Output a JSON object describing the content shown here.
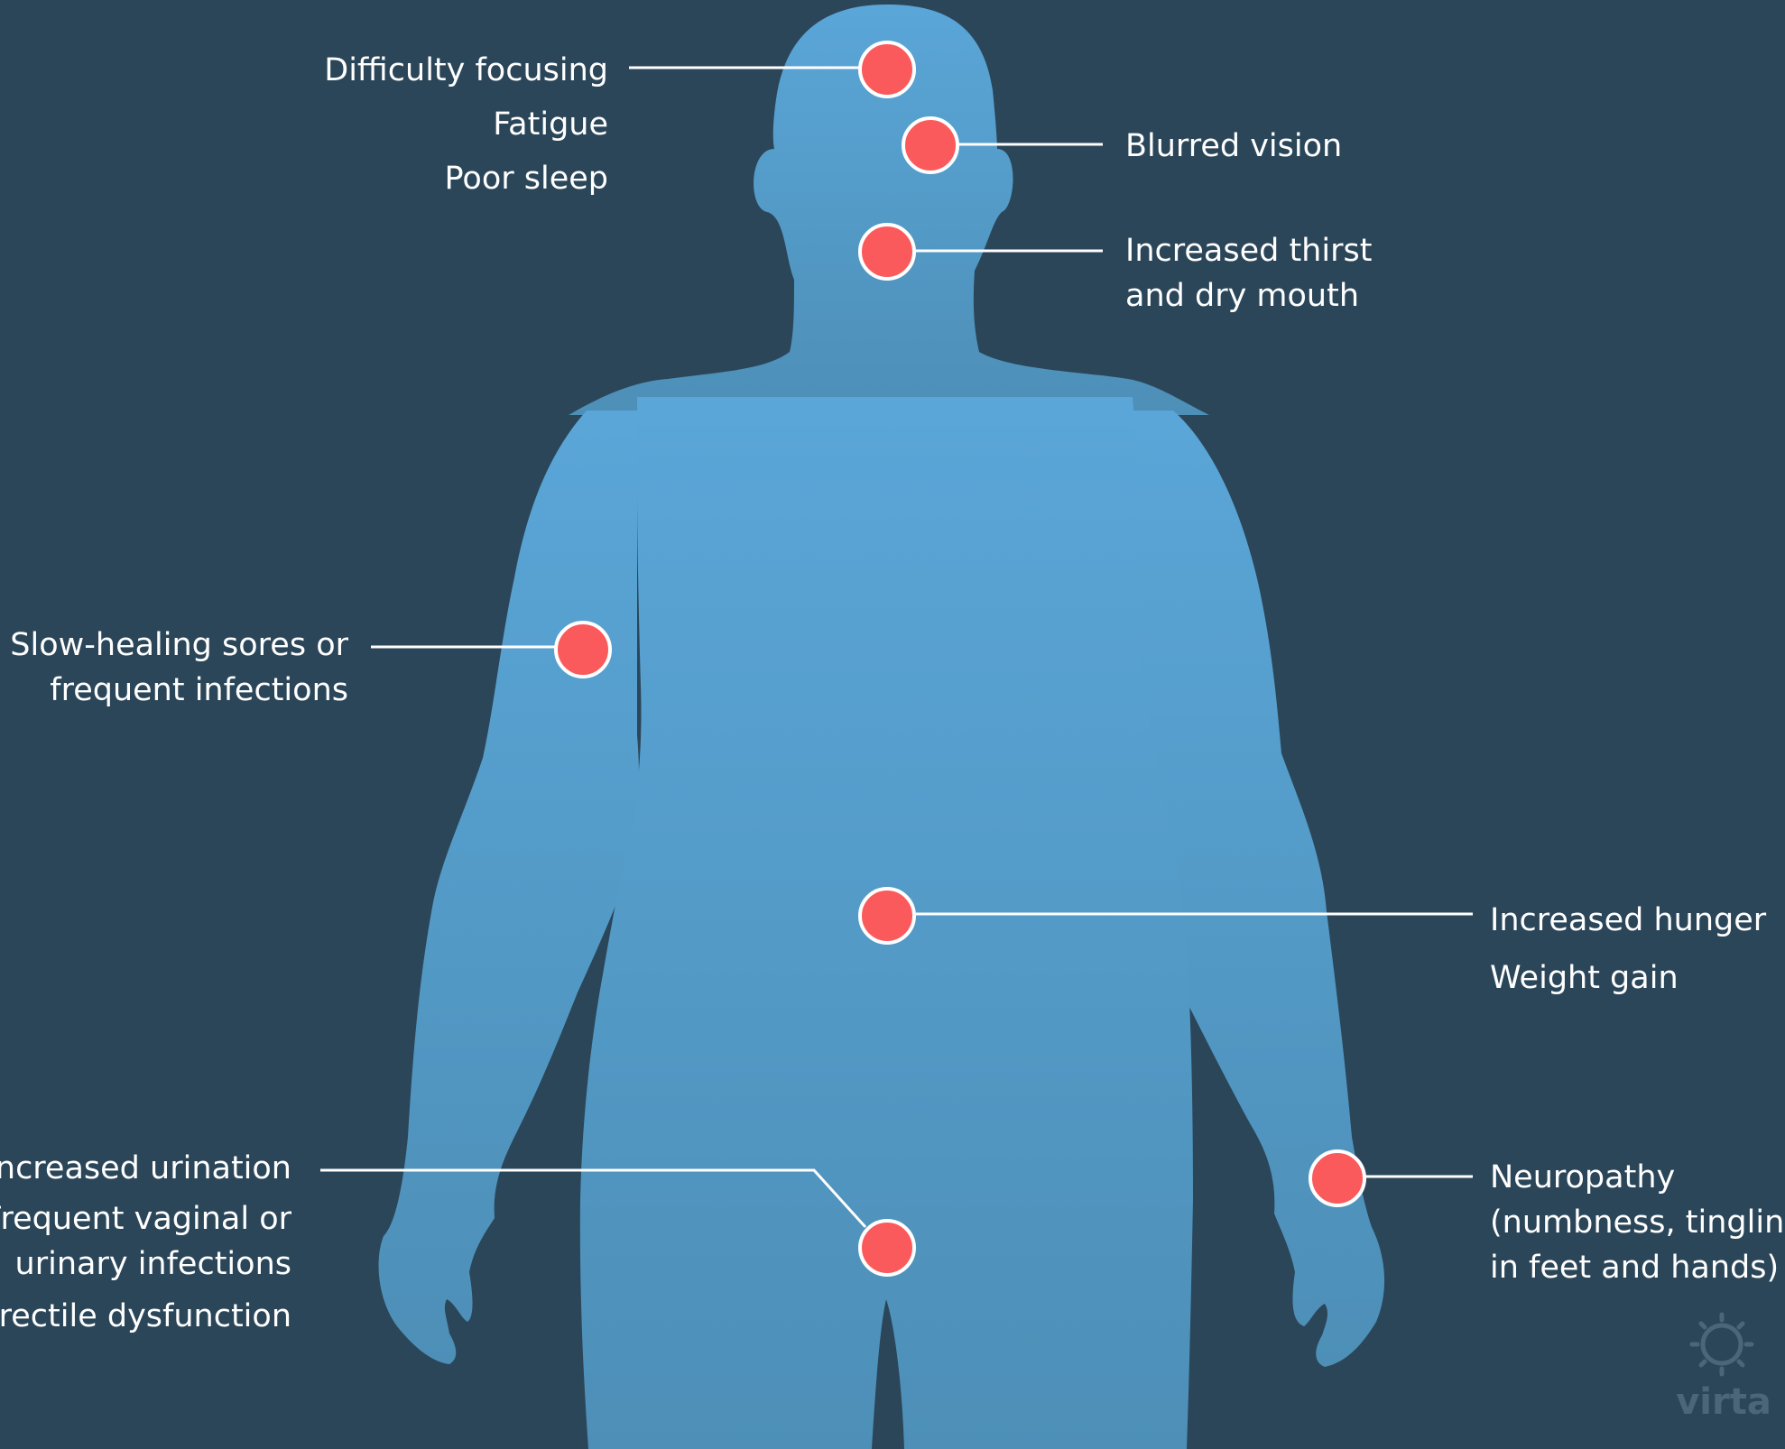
{
  "colors": {
    "background": "#2b4659",
    "silhouette_top": "#5aa6d8",
    "silhouette_bottom": "#4d8fb7",
    "marker": "#fb5a5c",
    "marker_ring": "#ffffff",
    "connector": "#ffffff",
    "label_text": "#ffffff",
    "logo": "#4a6677"
  },
  "icons": {
    "marker": "red-dot",
    "logo_mark": "gear-sun-icon"
  },
  "symptoms": {
    "brain": [
      "Difficulty focusing",
      "Fatigue",
      "Poor sleep"
    ],
    "eyes": [
      "Blurred vision"
    ],
    "mouth": [
      "Increased thirst",
      "and dry mouth"
    ],
    "skin": [
      "Slow-healing sores or",
      "frequent infections"
    ],
    "stomach": [
      "Increased hunger",
      "Weight gain"
    ],
    "pelvis": [
      "Increased urination",
      "Frequent vaginal or",
      "urinary infections",
      "Erectile dysfunction"
    ],
    "nerves": [
      "Neuropathy",
      "(numbness, tingling",
      "in feet and hands)"
    ]
  },
  "logo": {
    "text": "virta"
  }
}
